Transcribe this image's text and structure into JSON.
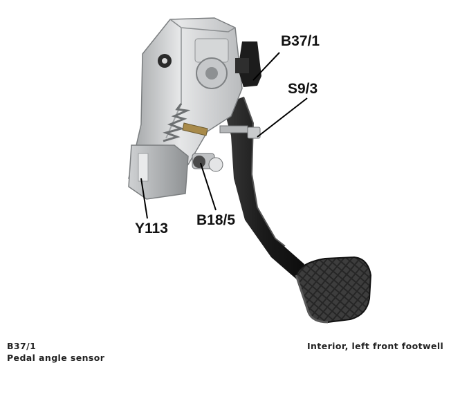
{
  "callouts": {
    "b37_1": "B37/1",
    "s9_3": "S9/3",
    "y113": "Y113",
    "b18_5": "B18/5"
  },
  "caption": {
    "code": "B37/1",
    "description": "Pedal angle sensor",
    "location": "Interior, left front footwell"
  }
}
